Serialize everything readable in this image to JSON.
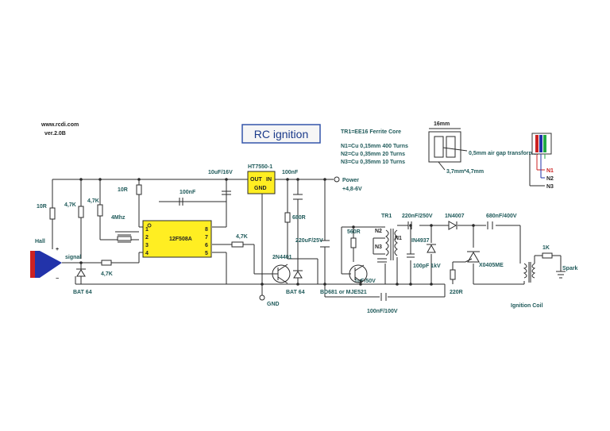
{
  "title": "RC ignition",
  "site": "www.rcdi.com",
  "version": "ver.2.0B",
  "transformer": {
    "core": "TR1=EE16 Ferrite Core",
    "n1": "N1=Cu 0,15mm 400 Turns",
    "n2": "N2=Cu 0,35mm  20 Turns",
    "n3": "N3=Cu 0,35mm  10 Turns",
    "width": "16mm",
    "airgap": "0,5mm air gap transformer",
    "size": "3,7mm*4,7mm",
    "winding_labels": [
      "N1",
      "N2",
      "N3"
    ]
  },
  "ic": {
    "name": "12F508A",
    "pins_left": [
      "1",
      "2",
      "3",
      "4"
    ],
    "pins_right": [
      "8",
      "7",
      "6",
      "5"
    ]
  },
  "regulator": {
    "name": "HT7550-1",
    "out": "OUT",
    "in": "IN",
    "gnd": "GND"
  },
  "components": {
    "r1": "10R",
    "r2": "4,7K",
    "r3": "4,7K",
    "r4": "10R",
    "r5": "4,7K",
    "r6": "4,7K",
    "r7": "680R",
    "r8": "560R",
    "r9": "220R",
    "r10": "1K",
    "c1": "100nF",
    "c2": "10uF/16V",
    "c3": "100nF",
    "c4": "220uF/25V",
    "c5": "1uF/50V",
    "c6": "220nF/250V",
    "c7": "100pF 1kV",
    "c8": "680nF/400V",
    "c9": "100nF/100V",
    "xtal": "4Mhz",
    "d1": "BAT 64",
    "d2": "BAT 64",
    "d3": "1N4007",
    "d4": "IN4937",
    "q1": "2N4401",
    "q2": "BD681 or MJE521",
    "scr": "X0405ME",
    "tr1": "TR1"
  },
  "labels": {
    "hall": "Hall",
    "signal": "signal",
    "plus": "+",
    "minus": "−",
    "power": "Power",
    "power_v": "+4,8-6V",
    "gnd": "GND",
    "spark": "Spark",
    "coil": "Ignition Coil",
    "tr_n1": "N1",
    "tr_n2": "N2",
    "tr_n3": "N3"
  },
  "colors": {
    "ic_fill": "#ffee22",
    "title_border": "#3355aa",
    "label": "#1f5a5a",
    "hall_red": "#cc2222",
    "hall_blue": "#2233aa"
  }
}
